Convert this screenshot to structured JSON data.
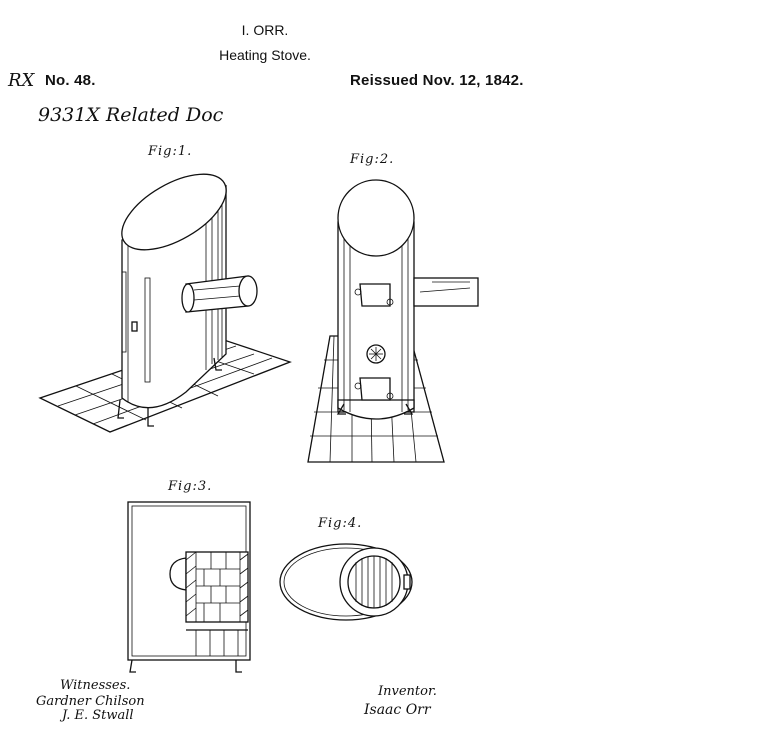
{
  "header": {
    "inventor_name": "I. ORR.",
    "title": "Heating Stove.",
    "patent_number": "No. 48.",
    "reissue": "Reissued Nov. 12, 1842."
  },
  "annotation": {
    "mark": "RX",
    "note": "9331X Related Doc"
  },
  "figures": {
    "fig1": "Fig:1.",
    "fig2": "Fig:2.",
    "fig3": "Fig:3.",
    "fig4": "Fig:4."
  },
  "signatures": {
    "witnesses_label": "Witnesses.",
    "witness_1": "Gardner Chilson",
    "witness_2": "J. E. Stwall",
    "inventor_label": "Inventor.",
    "inventor_signature": "Isaac Orr"
  }
}
